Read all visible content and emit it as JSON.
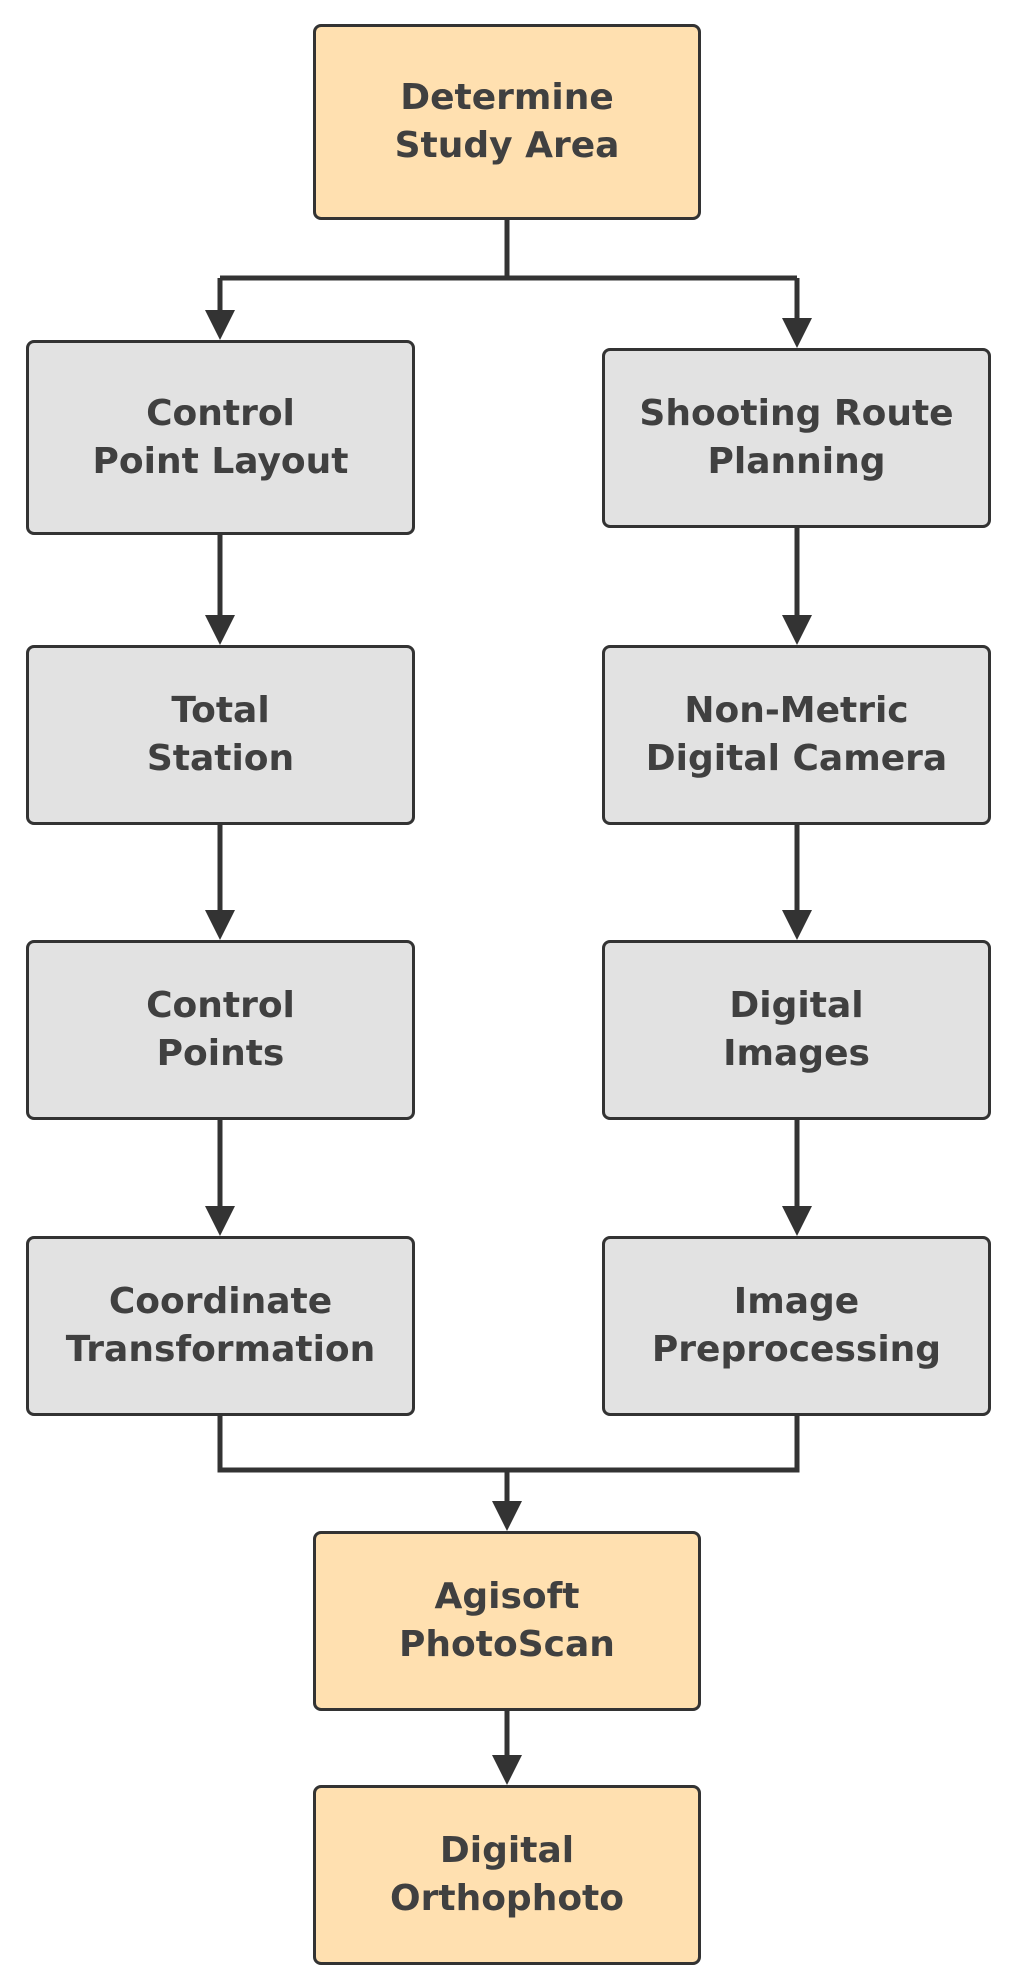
{
  "boxes": [
    {
      "id": "determine-study-area",
      "lines": [
        "Determine",
        "Study Area"
      ]
    },
    {
      "id": "control-point-layout",
      "lines": [
        "Control",
        "Point Layout"
      ]
    },
    {
      "id": "shooting-route-planning",
      "lines": [
        "Shooting Route",
        "Planning"
      ]
    },
    {
      "id": "total-station",
      "lines": [
        "Total",
        "Station"
      ]
    },
    {
      "id": "non-metric-digital-camera",
      "lines": [
        "Non-Metric",
        "Digital Camera"
      ]
    },
    {
      "id": "control-points",
      "lines": [
        "Control",
        "Points"
      ]
    },
    {
      "id": "digital-images",
      "lines": [
        "Digital",
        "Images"
      ]
    },
    {
      "id": "coordinate-transformation",
      "lines": [
        "Coordinate",
        "Transformation"
      ]
    },
    {
      "id": "image-preprocessing",
      "lines": [
        "Image",
        "Preprocessing"
      ]
    },
    {
      "id": "agisoft-photoscan",
      "lines": [
        "Agisoft",
        "PhotoScan"
      ]
    },
    {
      "id": "digital-orthophoto",
      "lines": [
        "Digital",
        "Orthophoto"
      ]
    }
  ],
  "colors": {
    "highlight_fill": "#ffe0b0",
    "step_fill": "#e2e2e2",
    "stroke": "#333333",
    "text": "#404040"
  }
}
